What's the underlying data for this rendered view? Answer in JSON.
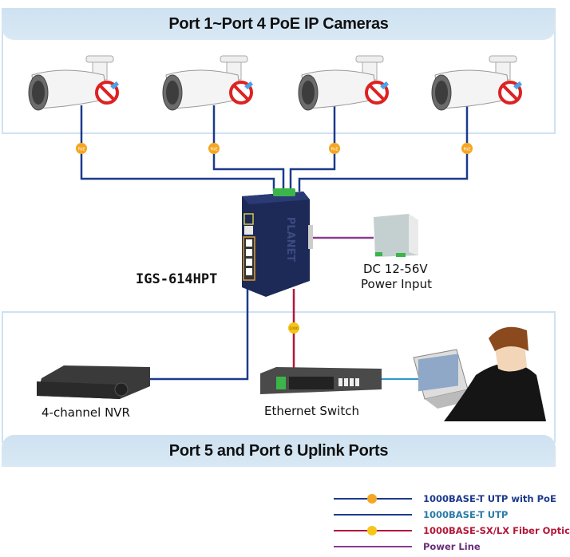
{
  "top_banner": {
    "title": "Port 1~Port 4 PoE IP Cameras"
  },
  "bottom_banner": {
    "title": "Port 5 and Port 6 Uplink Ports"
  },
  "devices": {
    "switch_model": "IGS-614HPT",
    "switch_brand": "PLANET",
    "power_supply": {
      "line1": "DC 12-56V",
      "line2": "Power Input"
    },
    "nvr": "4-channel NVR",
    "ethernet_switch": "Ethernet Switch",
    "cameras_count": 4
  },
  "badges": {
    "poe": "PoE",
    "fiber": "1000"
  },
  "legend": {
    "items": [
      {
        "label": "1000BASE-T UTP with PoE",
        "line_color": "#1c3a8c",
        "text_color": "#1c3a8c",
        "badge": "PoE"
      },
      {
        "label": "1000BASE-T UTP",
        "line_color": "#1c3a8c",
        "text_color": "#2a7aa8",
        "badge": null
      },
      {
        "label": "1000BASE-SX/LX Fiber Optic",
        "line_color": "#b3173a",
        "text_color": "#b3173a",
        "badge": "1000"
      },
      {
        "label": "Power Line",
        "line_color": "#8a3a8f",
        "text_color": "#6a2f7a",
        "badge": null
      }
    ]
  },
  "colors": {
    "utp": "#1c3a8c",
    "fiber": "#b3173a",
    "power": "#8a3a8f",
    "laptop_link": "#2b9bc9",
    "badge": "#f5a623",
    "banner": "#cfe2f1"
  }
}
